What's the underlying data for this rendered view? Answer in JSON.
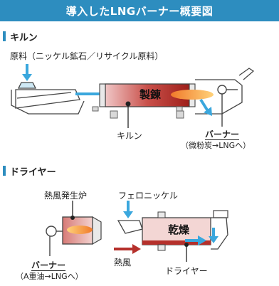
{
  "title": "導入したLNGバーナー概要図",
  "kiln_section": {
    "heading": "キルン",
    "raw_material": "原料（ニッケル鉱石／リサイクル原料）",
    "inner_label": "製錬",
    "kiln_label": "キルン",
    "burner_label": "バーナー",
    "burner_note": "（微粉炭→LNGへ）"
  },
  "dryer_section": {
    "heading": "ドライヤー",
    "furnace_label": "熱風発生炉",
    "ferronickel_label": "フェロニッケル",
    "inner_label": "乾燥",
    "hot_air_label": "熱風",
    "dryer_label": "ドライヤー",
    "burner_label": "バーナー",
    "burner_note": "（A重油→LNGへ）"
  },
  "colors": {
    "accent": "#2d8dbf",
    "arrow_blue": "#3aa7dd",
    "flame": "#f07a2a",
    "kiln_red": "#b5302b",
    "hot_air_arrow": "#b5302b"
  }
}
